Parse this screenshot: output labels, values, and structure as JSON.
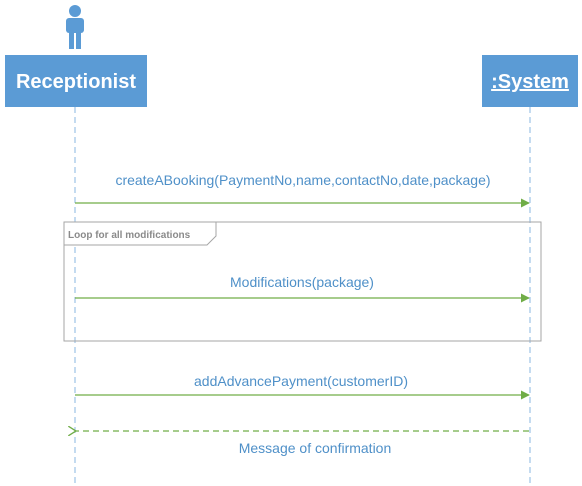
{
  "diagram": {
    "actor": {
      "name": "Receptionist",
      "icon": "actor-icon"
    },
    "system": {
      "name": ":System"
    },
    "loop": {
      "label": "Loop for all modifications"
    },
    "messages": [
      {
        "label": "createABooking(PaymentNo,name,contactNo,date,package)",
        "type": "call"
      },
      {
        "label": "Modifications(package)",
        "type": "call"
      },
      {
        "label": "addAdvancePayment(customerID)",
        "type": "call"
      },
      {
        "label": "Message of confirmation",
        "type": "return"
      }
    ],
    "colors": {
      "participant_box": "#5b9bd5",
      "participant_text": "#ffffff",
      "lifeline": "#9dc3e6",
      "call_arrow": "#70ad47",
      "return_arrow": "#70ad47",
      "message_text": "#4f90c8",
      "loop_border": "#a6a6a6",
      "loop_text": "#8a8a8a"
    }
  }
}
